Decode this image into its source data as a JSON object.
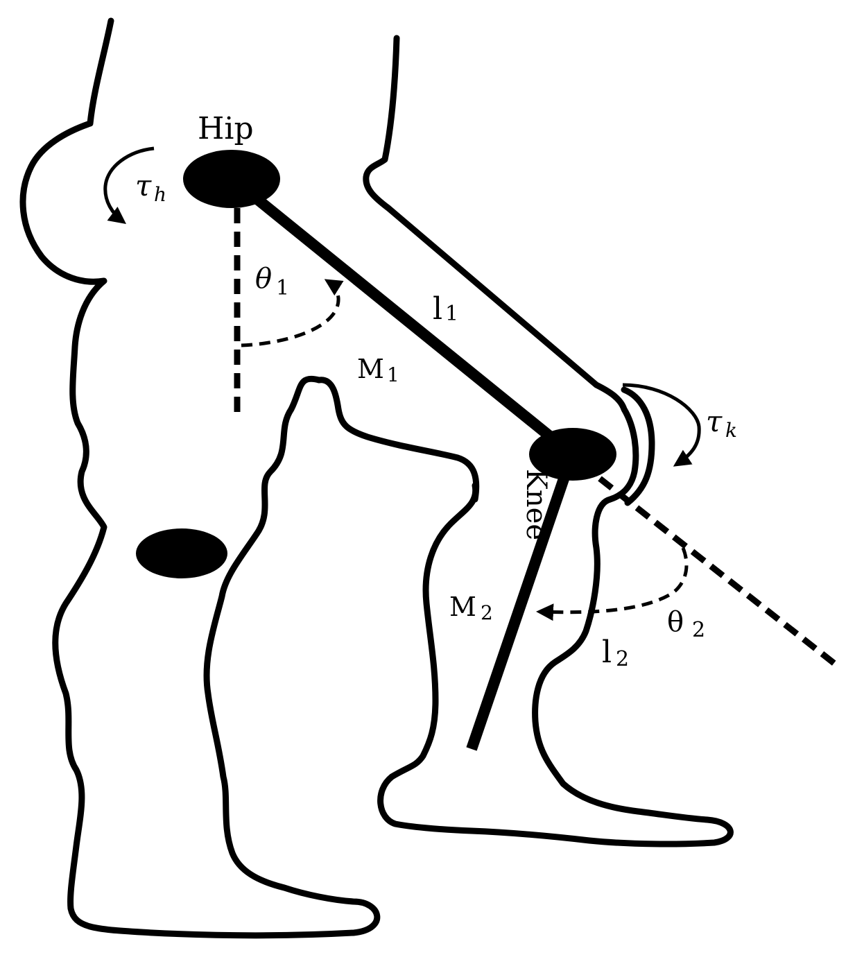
{
  "labels": {
    "hip": "Hip",
    "knee": "Knee",
    "tau_h": "τ",
    "tau_h_sub": "h",
    "tau_k": "τ",
    "tau_k_sub": "k",
    "theta1": "θ",
    "theta1_sub": "1",
    "theta2": "θ",
    "theta2_sub": "2",
    "l1": "l",
    "l1_sub": "1",
    "l2": "l",
    "l2_sub": "2",
    "m1": "M",
    "m1_sub": "1",
    "m2": "M",
    "m2_sub": "2"
  },
  "colors": {
    "ink": "#000000",
    "background": "#ffffff"
  }
}
